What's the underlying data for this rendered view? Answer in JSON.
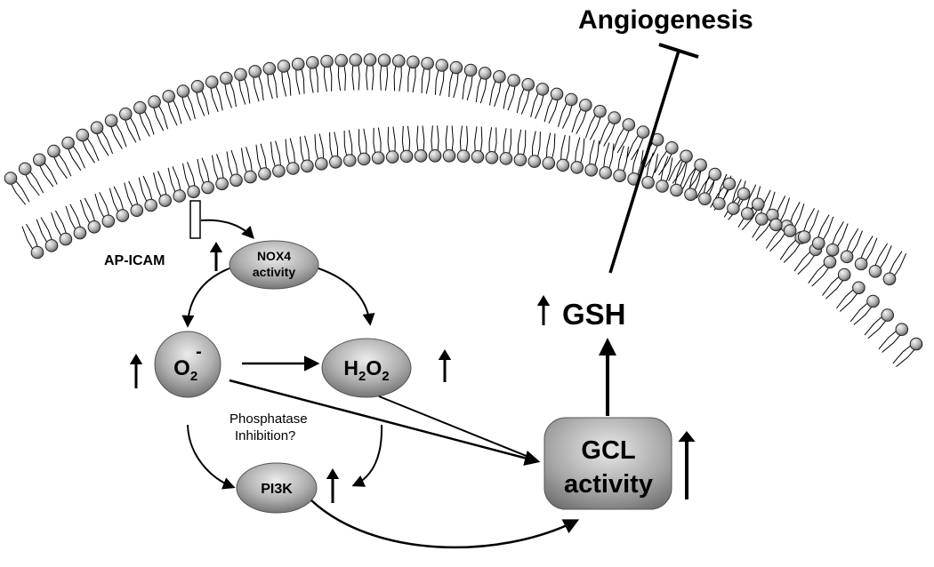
{
  "labels": {
    "angiogenesis": "Angiogenesis",
    "ap_icam": "AP-ICAM",
    "nox4_line1": "NOX4",
    "nox4_line2": "activity",
    "superoxide": "O2-",
    "h2o2": "H2O2",
    "phosphatase_line1": "Phosphatase",
    "phosphatase_line2": "Inhibition?",
    "pi3k": "PI3K",
    "gsh": "GSH",
    "gcl_line1": "GCL",
    "gcl_line2": "activity"
  },
  "icons": {
    "up_arrow": "up-arrow-icon",
    "inhibition": "inhibition-bar-icon"
  },
  "colors": {
    "ink": "#000000",
    "node_light": "#e6e6e6",
    "node_dark": "#7a7a7a",
    "head_light": "#e0e0e0",
    "head_dark": "#6e6e6e"
  }
}
